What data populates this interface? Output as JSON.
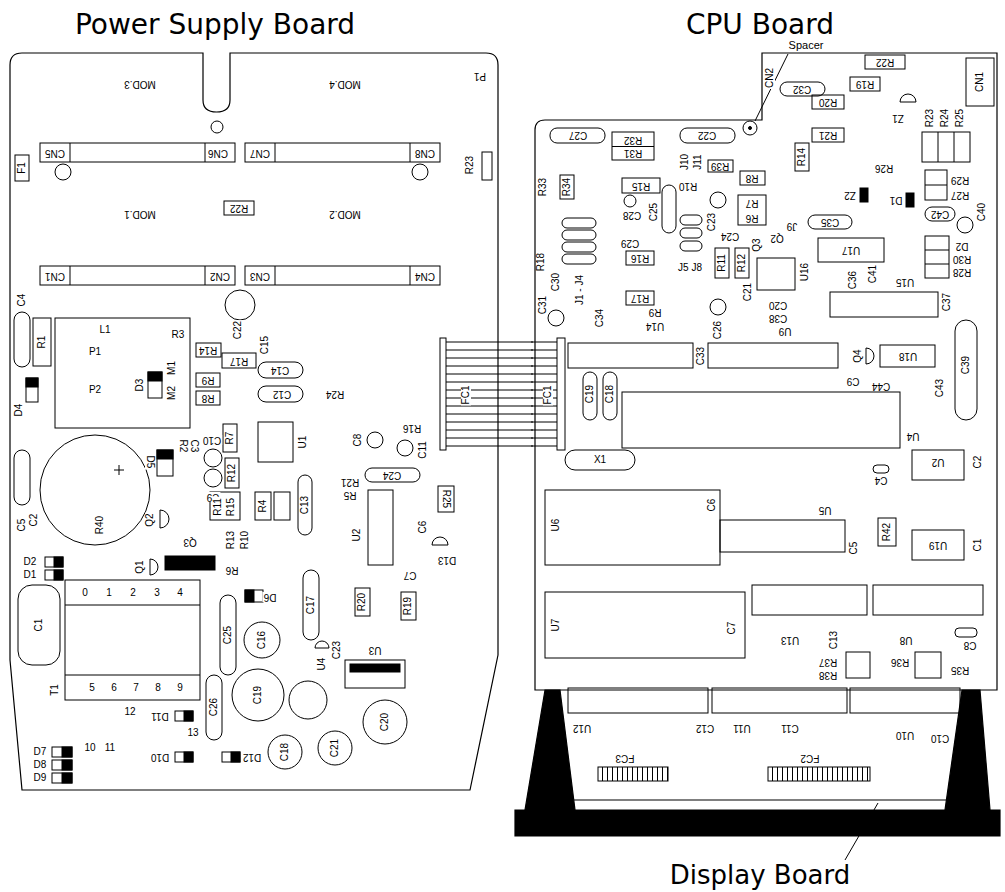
{
  "diagram": {
    "nodes": [
      {
        "text": [
          "Power Supply Board"
        ]
      },
      {
        "text": [
          "CPU Board"
        ]
      },
      {
        "text": [
          "Display Board"
        ]
      }
    ],
    "edges": [
      {
        "from": 0,
        "to": 1,
        "arrow": "none"
      }
    ],
    "labels": [
      "MOD.3",
      "MOD.4",
      "P1",
      "CN5",
      "CN6",
      "CN7",
      "CN8",
      "F1",
      "R23",
      "R22",
      "MOD.1",
      "MOD.2",
      "CN1",
      "CN2",
      "CN3",
      "CN4",
      "C4",
      "R1",
      "L1",
      "C22",
      "R17",
      "R3",
      "R14",
      "C15",
      "C14",
      "P1",
      "M1",
      "D3",
      "M2",
      "P2",
      "D4",
      "R9",
      "R8",
      "C12",
      "R24",
      "FC1",
      "R16",
      "C8",
      "C11",
      "C24",
      "U1",
      "R2",
      "C3",
      "R7",
      "C10",
      "D5",
      "R12",
      "C9",
      "R21",
      "R5",
      "U2",
      "R25",
      "C5",
      "C2",
      "R40",
      "Q2",
      "Q3",
      "R11",
      "R15",
      "R4",
      "C13",
      "R13",
      "R10",
      "C6",
      "D2",
      "D1",
      "Q1",
      "R6",
      "D6",
      "D13",
      "C7",
      "C1",
      "0",
      "1",
      "2",
      "3",
      "4",
      "T1",
      "5",
      "6",
      "7",
      "8",
      "9",
      "C16",
      "C17",
      "R20",
      "R19",
      "C25",
      "U4",
      "C23",
      "U3",
      "C26",
      "C19",
      "C21",
      "C18",
      "C20",
      "D7",
      "D8",
      "D9",
      "10",
      "11",
      "12",
      "D11",
      "13",
      "D10",
      "D12",
      "Spacer",
      "R22",
      "CN1",
      "CN2",
      "C32",
      "R19",
      "R20",
      "Z1",
      "R23",
      "R24",
      "R25",
      "R21",
      "C27",
      "C22",
      "R32",
      "R31",
      "J10",
      "J11",
      "R14",
      "R33",
      "R34",
      "R15",
      "R10",
      "R39",
      "R8",
      "R26",
      "R29",
      "R27",
      "C28",
      "C25",
      "R7",
      "R6",
      "C35",
      "Z2",
      "D1",
      "C40",
      "C42",
      "C23",
      "C24",
      "Q3",
      "Q2",
      "J9",
      "U17",
      "D2",
      "R30",
      "R28",
      "R18",
      "C29",
      "C30",
      "J1 - J4",
      "R16",
      "J5 J8",
      "R11",
      "R12",
      "C21",
      "U16",
      "C36",
      "C41",
      "U15",
      "R17",
      "C31",
      "C34",
      "R9",
      "U14",
      "C26",
      "C20",
      "C38",
      "U9",
      "C37",
      "C33",
      "Q4",
      "U18",
      "C9",
      "C44",
      "C43",
      "C39",
      "C19",
      "C18",
      "FC1",
      "U4",
      "U2",
      "C2",
      "X1",
      "C4",
      "C6",
      "U6",
      "U5",
      "R42",
      "C5",
      "U19",
      "C1",
      "U7",
      "C7",
      "U13",
      "C13",
      "U8",
      "C8",
      "R37",
      "R38",
      "R36",
      "R35",
      "U12",
      "C12",
      "U11",
      "C11",
      "U10",
      "C10",
      "FC3",
      "FC2"
    ]
  }
}
